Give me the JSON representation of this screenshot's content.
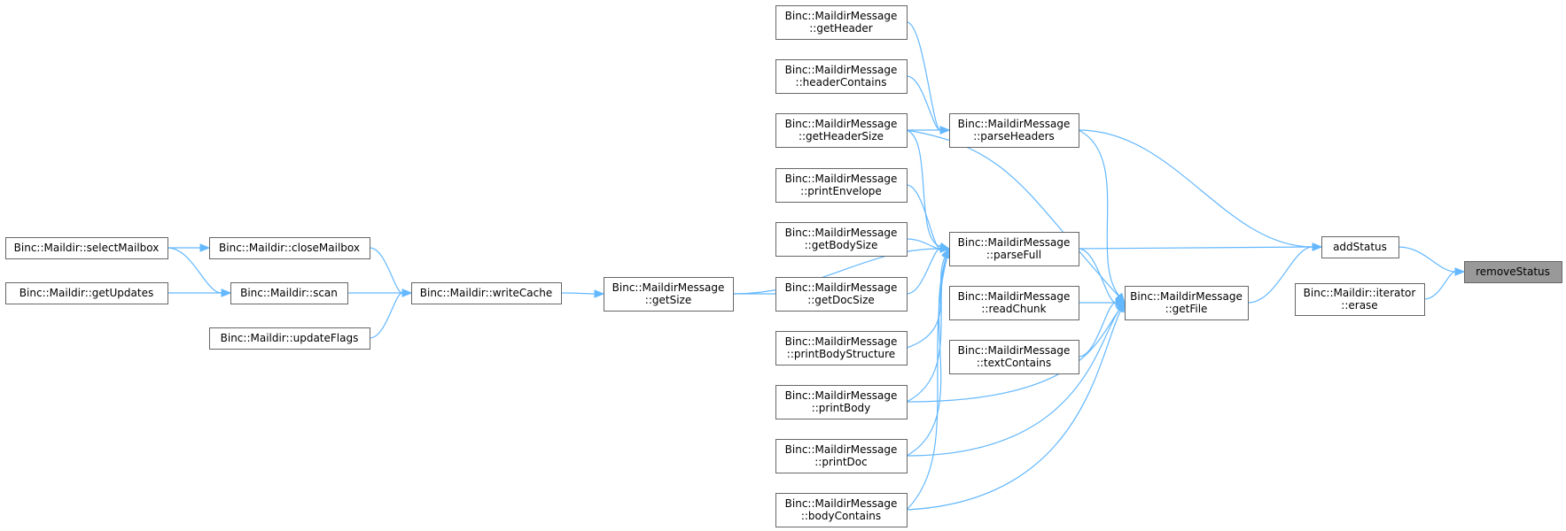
{
  "graph": {
    "nodes": {
      "removeStatus": {
        "lines": [
          "removeStatus"
        ],
        "highlighted": true
      },
      "addStatus": {
        "lines": [
          "addStatus"
        ]
      },
      "iteratorErase": {
        "lines": [
          "Binc::Maildir::iterator",
          "::erase"
        ]
      },
      "parseHeaders": {
        "lines": [
          "Binc::MaildirMessage",
          "::parseHeaders"
        ]
      },
      "parseFull": {
        "lines": [
          "Binc::MaildirMessage",
          "::parseFull"
        ]
      },
      "getFile": {
        "lines": [
          "Binc::MaildirMessage",
          "::getFile"
        ]
      },
      "getHeader": {
        "lines": [
          "Binc::MaildirMessage",
          "::getHeader"
        ]
      },
      "headerContains": {
        "lines": [
          "Binc::MaildirMessage",
          "::headerContains"
        ]
      },
      "getHeaderSize": {
        "lines": [
          "Binc::MaildirMessage",
          "::getHeaderSize"
        ]
      },
      "printEnvelope": {
        "lines": [
          "Binc::MaildirMessage",
          "::printEnvelope"
        ]
      },
      "getBodySize": {
        "lines": [
          "Binc::MaildirMessage",
          "::getBodySize"
        ]
      },
      "getDocSize": {
        "lines": [
          "Binc::MaildirMessage",
          "::getDocSize"
        ]
      },
      "printBodyStructure": {
        "lines": [
          "Binc::MaildirMessage",
          "::printBodyStructure"
        ]
      },
      "printBody": {
        "lines": [
          "Binc::MaildirMessage",
          "::printBody"
        ]
      },
      "printDoc": {
        "lines": [
          "Binc::MaildirMessage",
          "::printDoc"
        ]
      },
      "bodyContains": {
        "lines": [
          "Binc::MaildirMessage",
          "::bodyContains"
        ]
      },
      "readChunk": {
        "lines": [
          "Binc::MaildirMessage",
          "::readChunk"
        ]
      },
      "textContains": {
        "lines": [
          "Binc::MaildirMessage",
          "::textContains"
        ]
      },
      "getSize": {
        "lines": [
          "Binc::MaildirMessage",
          "::getSize"
        ]
      },
      "writeCache": {
        "lines": [
          "Binc::Maildir::writeCache"
        ]
      },
      "closeMailbox": {
        "lines": [
          "Binc::Maildir::closeMailbox"
        ]
      },
      "scan": {
        "lines": [
          "Binc::Maildir::scan"
        ]
      },
      "updateFlags": {
        "lines": [
          "Binc::Maildir::updateFlags"
        ]
      },
      "selectMailbox": {
        "lines": [
          "Binc::Maildir::selectMailbox"
        ]
      },
      "getUpdates": {
        "lines": [
          "Binc::Maildir::getUpdates"
        ]
      }
    },
    "edges": [
      [
        "addStatus",
        "removeStatus"
      ],
      [
        "iteratorErase",
        "removeStatus"
      ],
      [
        "parseHeaders",
        "addStatus"
      ],
      [
        "parseFull",
        "addStatus"
      ],
      [
        "getFile",
        "addStatus"
      ],
      [
        "getHeader",
        "parseHeaders"
      ],
      [
        "headerContains",
        "parseHeaders"
      ],
      [
        "getHeaderSize",
        "parseHeaders"
      ],
      [
        "getHeaderSize",
        "parseFull"
      ],
      [
        "getHeaderSize",
        "getFile"
      ],
      [
        "parseHeaders",
        "getFile"
      ],
      [
        "parseFull",
        "getFile"
      ],
      [
        "printEnvelope",
        "parseFull"
      ],
      [
        "getBodySize",
        "parseFull"
      ],
      [
        "getDocSize",
        "parseFull"
      ],
      [
        "printBodyStructure",
        "parseFull"
      ],
      [
        "printBody",
        "parseFull"
      ],
      [
        "printDoc",
        "parseFull"
      ],
      [
        "bodyContains",
        "parseFull"
      ],
      [
        "getSize",
        "parseFull"
      ],
      [
        "readChunk",
        "getFile"
      ],
      [
        "textContains",
        "getFile"
      ],
      [
        "printBody",
        "getFile"
      ],
      [
        "printDoc",
        "getFile"
      ],
      [
        "bodyContains",
        "getFile"
      ],
      [
        "getDocSize",
        "getSize"
      ],
      [
        "writeCache",
        "getSize"
      ],
      [
        "closeMailbox",
        "writeCache"
      ],
      [
        "scan",
        "writeCache"
      ],
      [
        "updateFlags",
        "writeCache"
      ],
      [
        "selectMailbox",
        "closeMailbox"
      ],
      [
        "selectMailbox",
        "scan"
      ],
      [
        "getUpdates",
        "scan"
      ]
    ]
  }
}
